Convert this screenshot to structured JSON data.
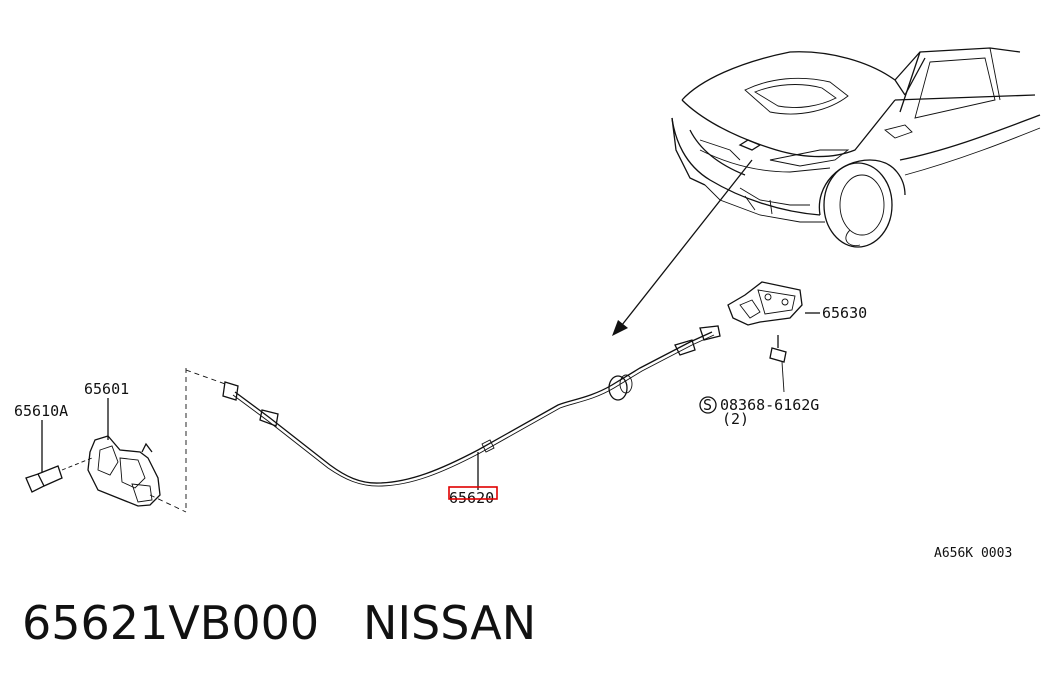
{
  "labels": {
    "p65601": "65601",
    "p65610a": "65610A",
    "p65620": "65620",
    "p65630": "65630",
    "screw_code": "08368-6162G",
    "screw_prefix": "S",
    "screw_qty": "(2)",
    "drawing_code": "A656K 0003"
  },
  "highlight_color": "#e00000",
  "footer": {
    "part_number": "65621VB000",
    "brand": "NISSAN"
  }
}
